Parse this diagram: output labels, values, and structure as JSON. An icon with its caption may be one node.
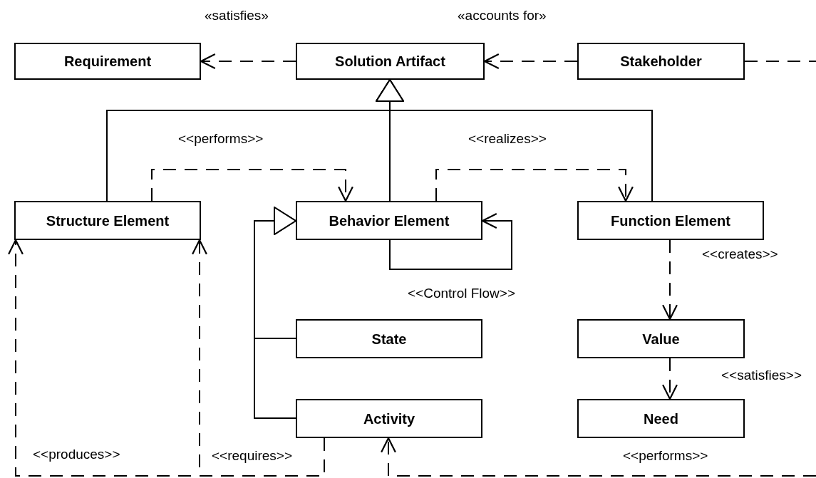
{
  "diagram": {
    "nodes": [
      {
        "text": [
          "Requirement"
        ]
      },
      {
        "text": [
          "Solution Artifact"
        ]
      },
      {
        "text": [
          "Stakeholder"
        ]
      },
      {
        "text": [
          "Structure Element"
        ]
      },
      {
        "text": [
          "Behavior Element"
        ]
      },
      {
        "text": [
          "Function Element"
        ]
      },
      {
        "text": [
          "State"
        ]
      },
      {
        "text": [
          "Activity"
        ]
      },
      {
        "text": [
          "Value"
        ]
      },
      {
        "text": [
          "Need"
        ]
      }
    ],
    "edges": [
      {
        "from": 1,
        "to": 0,
        "arrow": "to",
        "label": "«satisfies»",
        "style": "dashed"
      },
      {
        "from": 2,
        "to": 1,
        "arrow": "to",
        "label": "«accounts for»",
        "style": "dashed"
      },
      {
        "from": 2,
        "to": null,
        "arrow": "none",
        "style": "dashed"
      },
      {
        "from": 3,
        "to": 1,
        "arrow": "to"
      },
      {
        "from": 4,
        "to": 1,
        "arrow": "to"
      },
      {
        "from": 5,
        "to": 1,
        "arrow": "to"
      },
      {
        "from": 3,
        "to": 4,
        "arrow": "to",
        "label": "<<performs>>",
        "style": "dashed"
      },
      {
        "from": 4,
        "to": 5,
        "arrow": "to",
        "label": "<<realizes>>",
        "style": "dashed"
      },
      {
        "from": 4,
        "to": 4,
        "arrow": "to",
        "label": "<<Control Flow>>"
      },
      {
        "from": 6,
        "to": 4,
        "arrow": "to"
      },
      {
        "from": 7,
        "to": 4,
        "arrow": "to"
      },
      {
        "from": 5,
        "to": 8,
        "arrow": "to",
        "label": "<<creates>>",
        "style": "dashed"
      },
      {
        "from": 8,
        "to": 9,
        "arrow": "to",
        "label": "<<satisfies>>",
        "style": "dashed"
      },
      {
        "from": 7,
        "to": 3,
        "arrow": "to",
        "label": "<<produces>>",
        "style": "dashed"
      },
      {
        "from": 7,
        "to": 3,
        "arrow": "to",
        "label": "<<requires>>",
        "style": "dashed"
      },
      {
        "from": null,
        "to": 7,
        "arrow": "to",
        "label": "<<performs>>",
        "style": "dashed"
      }
    ]
  }
}
